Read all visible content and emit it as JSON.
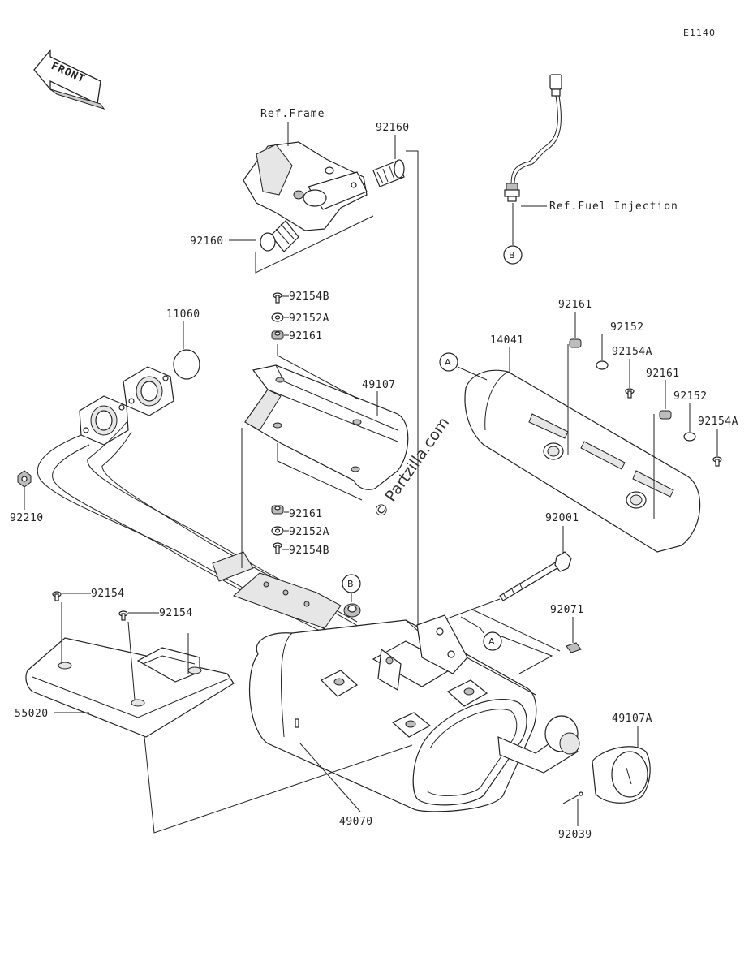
{
  "diagram_code": "E1140",
  "front_label": "FRONT",
  "refs": {
    "frame": "Ref.Frame",
    "fuel_injection": "Ref.Fuel Injection"
  },
  "callouts": {
    "a": "A",
    "b": "B"
  },
  "watermark": "© Partzilla.com",
  "parts": {
    "p92160_top": "92160",
    "p92160_left": "92160",
    "p92154B_top": "92154B",
    "p92152A_top": "92152A",
    "p92161_top": "92161",
    "p11060": "11060",
    "p49107": "49107",
    "p92210": "92210",
    "p92161_mid": "92161",
    "p92152A_bot": "92152A",
    "p92154B_bot": "92154B",
    "p92154_a": "92154",
    "p92154_b": "92154",
    "p55020": "55020",
    "p14041": "14041",
    "p92161_r1": "92161",
    "p92152_r1": "92152",
    "p92154A_r1": "92154A",
    "p92161_r2": "92161",
    "p92152_r2": "92152",
    "p92154A_r2": "92154A",
    "p92001": "92001",
    "p92071": "92071",
    "p49107A": "49107A",
    "p49070": "49070",
    "p92039": "92039"
  }
}
